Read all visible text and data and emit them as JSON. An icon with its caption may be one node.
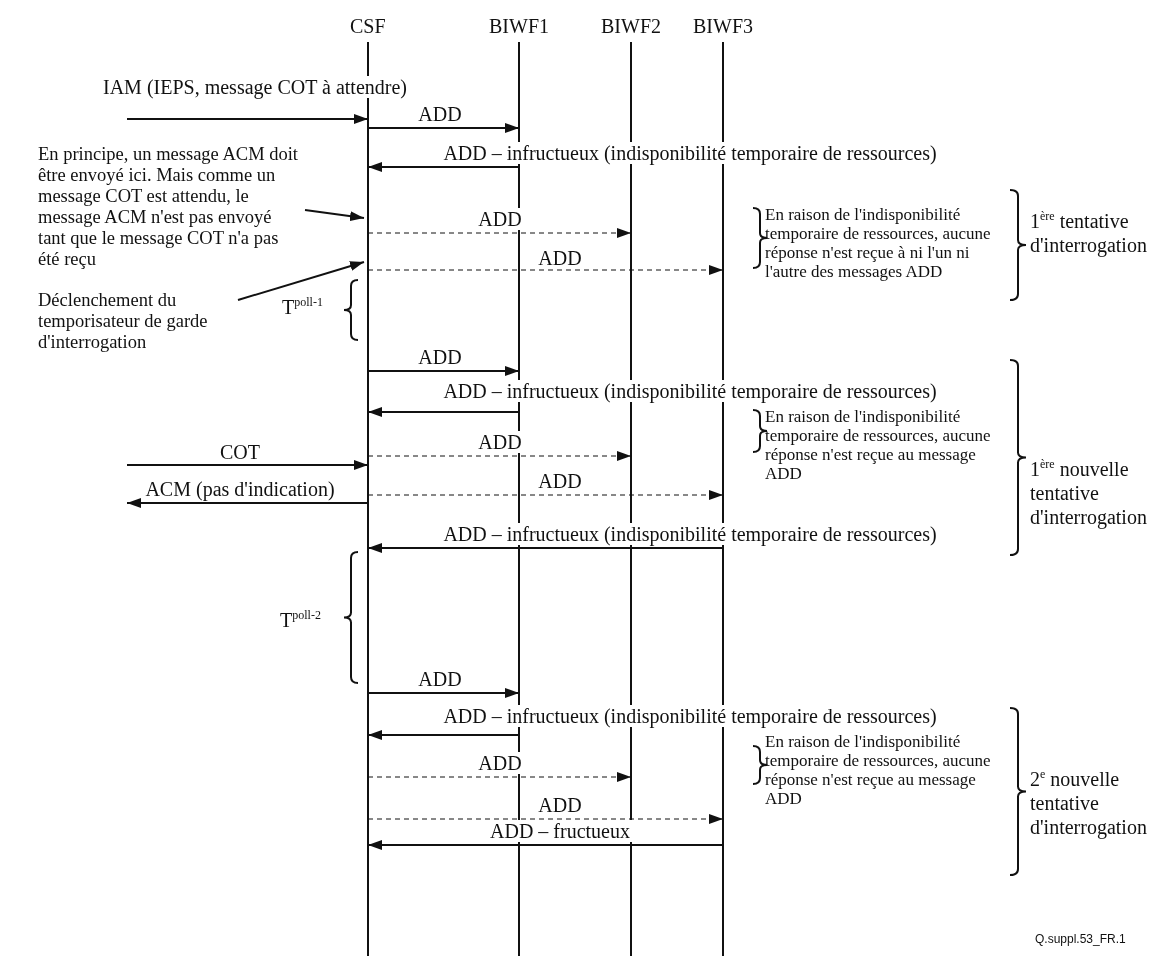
{
  "diagram": {
    "nodes": [
      {
        "text": [
          "CSF"
        ]
      },
      {
        "text": [
          "BIWF1"
        ]
      },
      {
        "text": [
          "BIWF2"
        ]
      },
      {
        "text": [
          "BIWF3"
        ]
      },
      {
        "text": [
          "En principe, un message ACM doit être envoyé ici. Mais comme un message COT est attendu, le message ACM n'est pas envoyé tant que le message COT n'a pas été reçu"
        ]
      },
      {
        "text": [
          "Déclenchement du temporisateur de garde d'interrogation"
        ]
      }
    ],
    "edges": [
      {
        "from": null,
        "to": 0,
        "arrow": "to",
        "label": "IAM (IEPS, message COT à attendre)"
      },
      {
        "from": 0,
        "to": 1,
        "arrow": "to",
        "label": "ADD"
      },
      {
        "from": 1,
        "to": 0,
        "arrow": "to",
        "label": "ADD – infructueux (indisponibilité temporaire de ressources)"
      },
      {
        "from": 0,
        "to": 2,
        "arrow": "to",
        "label": "ADD",
        "style": "dashed"
      },
      {
        "from": 0,
        "to": 3,
        "arrow": "to",
        "label": "ADD",
        "style": "dashed"
      },
      {
        "from": 4,
        "to": 0,
        "arrow": "to"
      },
      {
        "from": 5,
        "to": 0,
        "arrow": "to"
      },
      {
        "from": 0,
        "to": 1,
        "arrow": "to",
        "label": "ADD"
      },
      {
        "from": 1,
        "to": 0,
        "arrow": "to",
        "label": "ADD – infructueux (indisponibilité temporaire de ressources)"
      },
      {
        "from": 0,
        "to": 2,
        "arrow": "to",
        "label": "ADD",
        "style": "dashed"
      },
      {
        "from": null,
        "to": 0,
        "arrow": "to",
        "label": "COT"
      },
      {
        "from": 0,
        "to": 3,
        "arrow": "to",
        "label": "ADD",
        "style": "dashed"
      },
      {
        "from": 0,
        "to": null,
        "arrow": "to",
        "label": "ACM (pas d'indication)"
      },
      {
        "from": 3,
        "to": 0,
        "arrow": "to",
        "label": "ADD – infructueux (indisponibilité temporaire de ressources)"
      },
      {
        "from": 0,
        "to": 1,
        "arrow": "to",
        "label": "ADD"
      },
      {
        "from": 1,
        "to": 0,
        "arrow": "to",
        "label": "ADD – infructueux (indisponibilité temporaire de ressources)"
      },
      {
        "from": 0,
        "to": 2,
        "arrow": "to",
        "label": "ADD",
        "style": "dashed"
      },
      {
        "from": 0,
        "to": 3,
        "arrow": "to",
        "label": "ADD",
        "style": "dashed"
      },
      {
        "from": 3,
        "to": 0,
        "arrow": "to",
        "label": "ADD – fructueux"
      }
    ],
    "labels": [
      "En raison de l'indisponibilité temporaire de ressources, aucune réponse n'est reçue à ni l'un ni l'autre des messages ADD",
      "1$^{ère}$ tentative d'interrogation",
      "T$^{poll-1}$",
      "En raison de l'indisponibilité temporaire de ressources, aucune réponse n'est reçue au message ADD",
      "1$^{ère}$ nouvelle tentative d'interrogation",
      "T$^{poll-2}$",
      "En raison de l'indisponibilité temporaire de ressources, aucune réponse n'est reçue au message ADD",
      "2$^{e}$ nouvelle tentative d'interrogation",
      "Q.suppl.53_FR.1"
    ]
  }
}
